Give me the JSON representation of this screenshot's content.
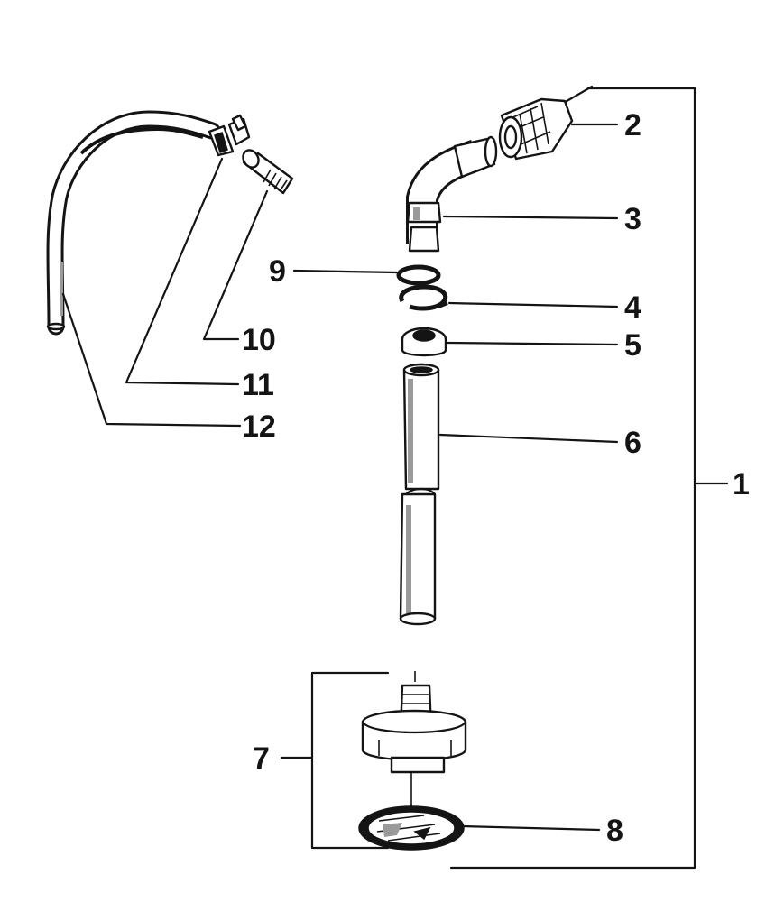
{
  "callouts": {
    "c1": "1",
    "c2": "2",
    "c3": "3",
    "c4": "4",
    "c5": "5",
    "c6": "6",
    "c7": "7",
    "c8": "8",
    "c9": "9",
    "c10": "10",
    "c11": "11",
    "c12": "12"
  },
  "colors": {
    "ink": "#141414",
    "paper": "#ffffff",
    "shading": "#9a9a9a"
  }
}
